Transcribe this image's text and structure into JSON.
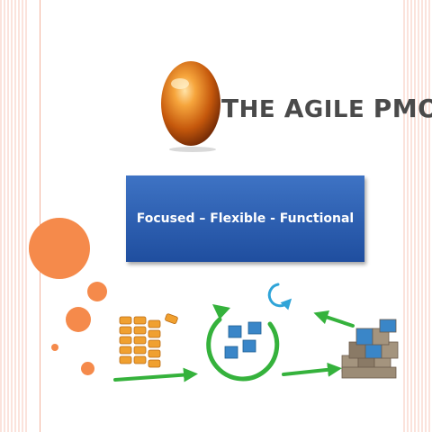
{
  "logo": {
    "title_prefix": "T",
    "title_prefix_rest": "HE ",
    "title_word1_cap": "A",
    "title_word1_rest": "GILE ",
    "title_word2": "PMO",
    "icon": "orange-gem-icon"
  },
  "banner": {
    "tagline": "Focused – Flexible - Functional"
  },
  "colors": {
    "accent_orange": "#f58a4b",
    "banner_blue": "#2a5db0",
    "arrow_green": "#35b23c",
    "cube_blue": "#3a86c8",
    "brick_orange": "#f0a030"
  },
  "illustration": {
    "icons": [
      "brick-stack-icon",
      "green-arrow-right-icon",
      "cycle-cubes-icon",
      "blue-refresh-icon",
      "green-arrow-up-left-icon",
      "cube-stack-icon"
    ]
  }
}
